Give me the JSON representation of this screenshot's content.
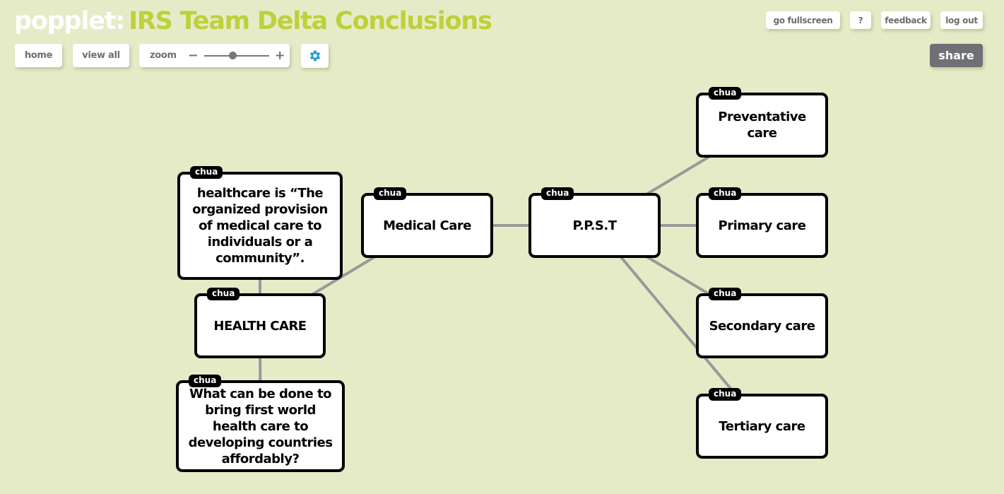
{
  "header": {
    "brand": "popplet",
    "board_title": "IRS Team Delta Conclusions"
  },
  "toolbar": {
    "home": "home",
    "view_all": "view all",
    "zoom_label": "zoom",
    "zoom_minus": "−",
    "zoom_plus": "+",
    "zoom_level": 0.45,
    "settings_icon": "gear-icon"
  },
  "top_right": {
    "fullscreen": "go fullscreen",
    "help": "?",
    "feedback": "feedback",
    "logout": "log out",
    "share": "share"
  },
  "colors": {
    "background": "#e6ebc7",
    "title_accent": "#bcd13a",
    "gear": "#2a97d4",
    "share_bg": "#6f7075",
    "edge": "#999999"
  },
  "popples": [
    {
      "id": "definition",
      "author": "chua",
      "text": "healthcare is “The organized provision of medical care to individuals or a community”."
    },
    {
      "id": "health-care",
      "author": "chua",
      "text": "HEALTH CARE"
    },
    {
      "id": "question",
      "author": "chua",
      "text": "What can be done to bring first world health care to developing countries affordably?"
    },
    {
      "id": "medical-care",
      "author": "chua",
      "text": "Medical Care"
    },
    {
      "id": "ppst",
      "author": "chua",
      "text": "P.P.S.T"
    },
    {
      "id": "preventative",
      "author": "chua",
      "text": "Preventative care"
    },
    {
      "id": "primary",
      "author": "chua",
      "text": "Primary care"
    },
    {
      "id": "secondary",
      "author": "chua",
      "text": "Secondary care"
    },
    {
      "id": "tertiary",
      "author": "chua",
      "text": "Tertiary care"
    }
  ],
  "connections": [
    [
      "definition",
      "health-care"
    ],
    [
      "health-care",
      "question"
    ],
    [
      "health-care",
      "medical-care"
    ],
    [
      "medical-care",
      "ppst"
    ],
    [
      "ppst",
      "preventative"
    ],
    [
      "ppst",
      "primary"
    ],
    [
      "ppst",
      "secondary"
    ],
    [
      "ppst",
      "tertiary"
    ]
  ]
}
